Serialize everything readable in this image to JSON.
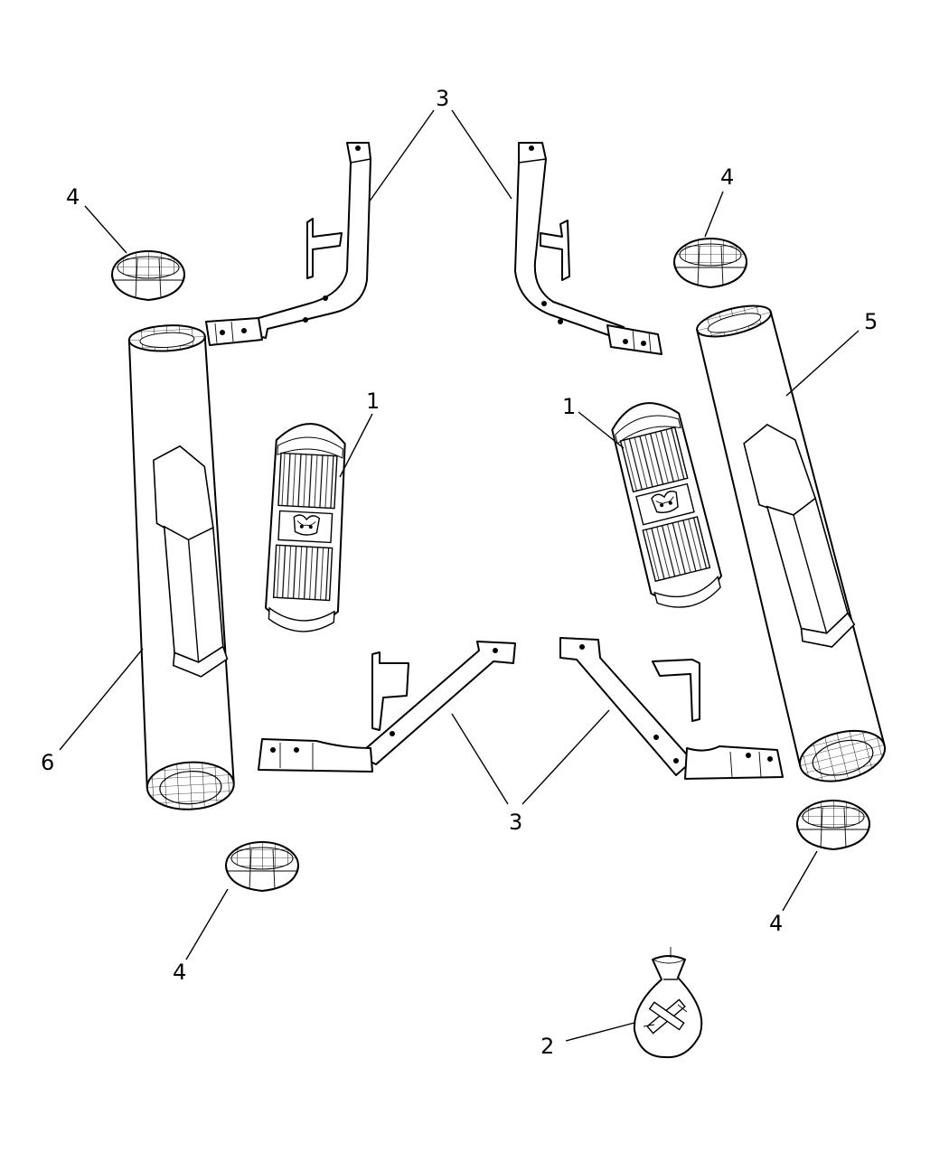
{
  "callouts": {
    "c3_top": "3",
    "c4_top_left": "4",
    "c4_top_right": "4",
    "c5": "5",
    "c1_left": "1",
    "c1_right": "1",
    "c6": "6",
    "c3_bottom": "3",
    "c4_bottom_left": "4",
    "c4_bottom_right": "4",
    "c2": "2"
  },
  "parts": [
    {
      "ref": "1",
      "name": "step-pad"
    },
    {
      "ref": "2",
      "name": "hardware-bag"
    },
    {
      "ref": "3",
      "name": "mounting-bracket"
    },
    {
      "ref": "4",
      "name": "end-cap"
    },
    {
      "ref": "5",
      "name": "tube-step-right"
    },
    {
      "ref": "6",
      "name": "tube-step-left"
    }
  ]
}
